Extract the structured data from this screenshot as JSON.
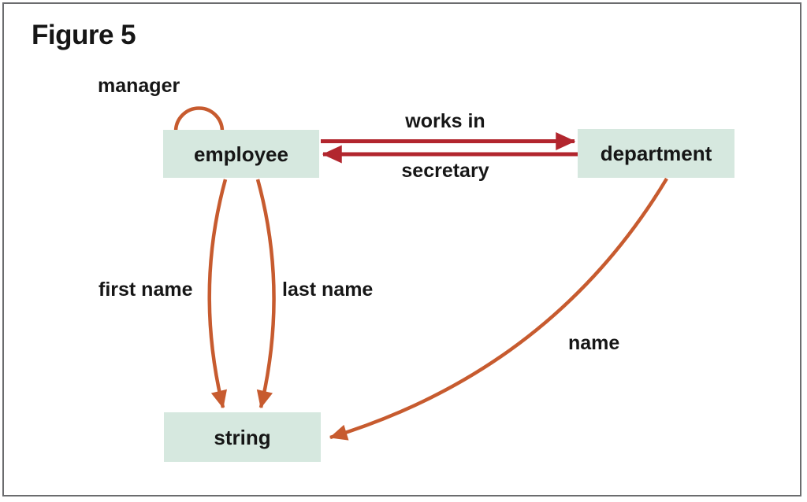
{
  "figure": {
    "title": "Figure 5"
  },
  "colors": {
    "box_fill": "#d6e8df",
    "relation_arrow": "#b2262e",
    "attribute_arrow": "#c75b2f",
    "text": "#161616",
    "frame_border": "#6b6c6e"
  },
  "nodes": [
    {
      "id": "employee",
      "label": "employee"
    },
    {
      "id": "department",
      "label": "department"
    },
    {
      "id": "string",
      "label": "string"
    }
  ],
  "edges": [
    {
      "id": "manager",
      "label": "manager",
      "from": "employee",
      "to": "employee",
      "kind": "relation-self-loop"
    },
    {
      "id": "works-in",
      "label": "works in",
      "from": "employee",
      "to": "department",
      "kind": "relation"
    },
    {
      "id": "secretary",
      "label": "secretary",
      "from": "department",
      "to": "employee",
      "kind": "relation"
    },
    {
      "id": "first-name",
      "label": "first name",
      "from": "employee",
      "to": "string",
      "kind": "attribute"
    },
    {
      "id": "last-name",
      "label": "last name",
      "from": "employee",
      "to": "string",
      "kind": "attribute"
    },
    {
      "id": "name",
      "label": "name",
      "from": "department",
      "to": "string",
      "kind": "attribute"
    }
  ]
}
